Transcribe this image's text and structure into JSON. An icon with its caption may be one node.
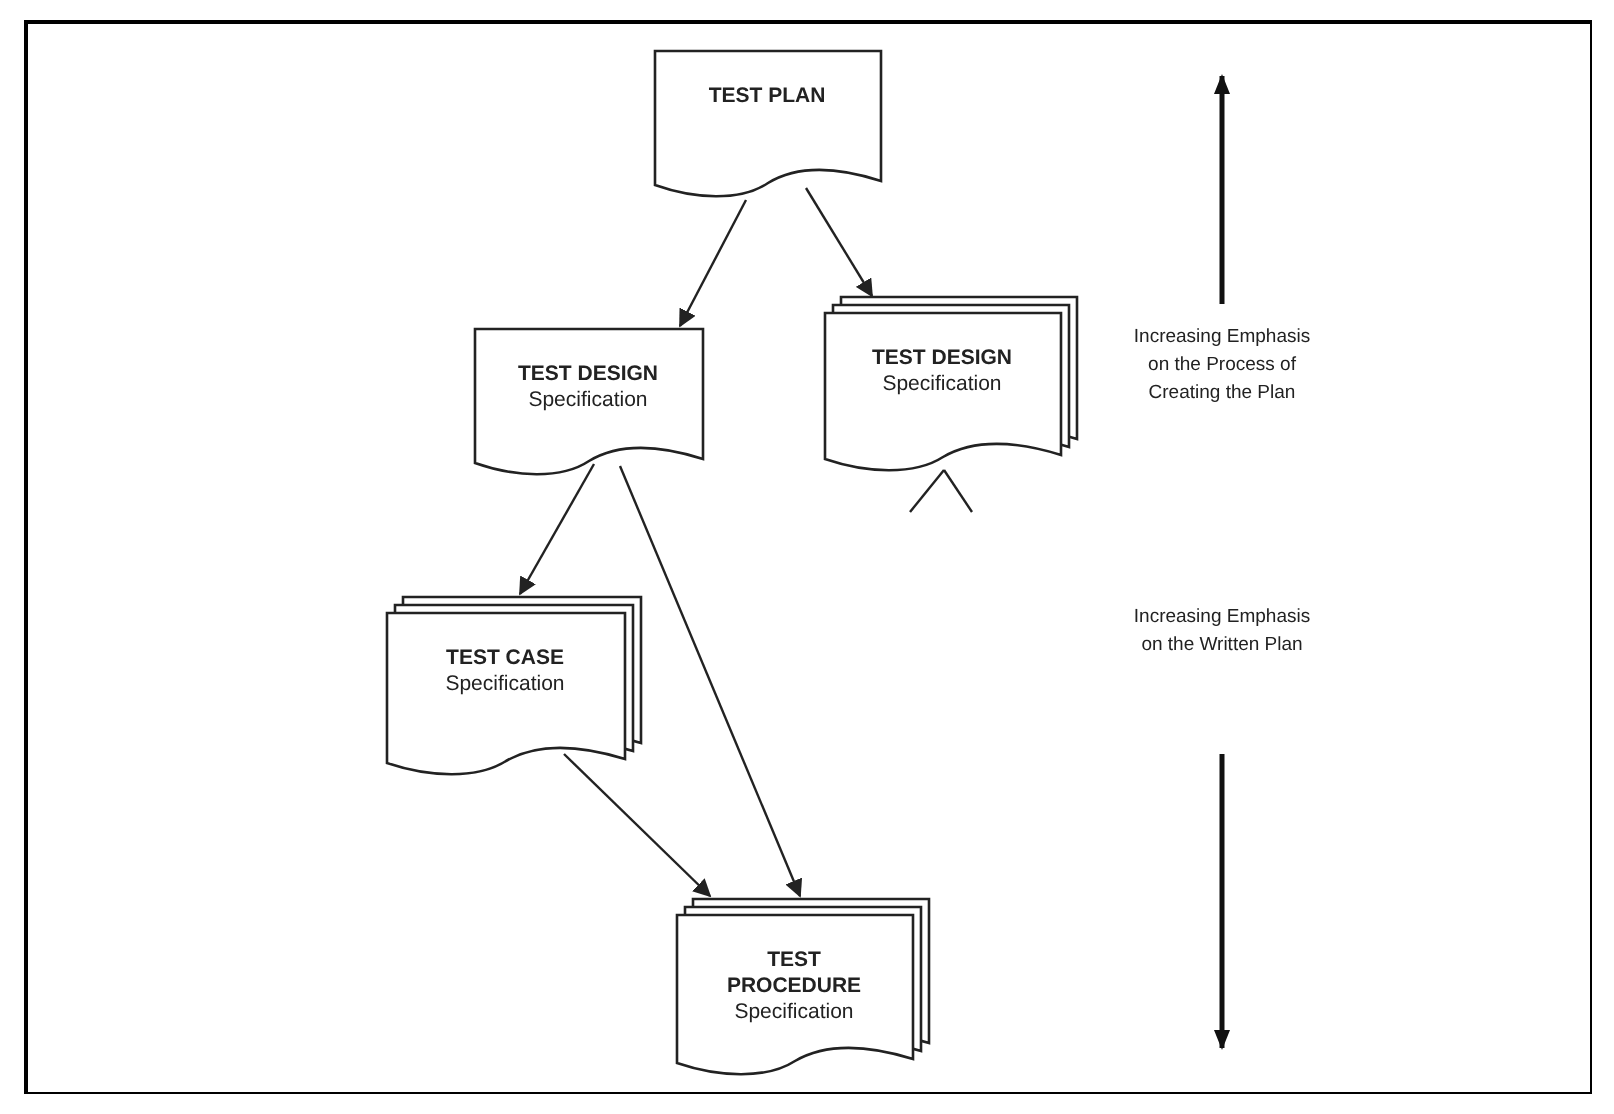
{
  "diagram": {
    "nodes": [
      {
        "text": [
          "TEST PLAN"
        ]
      },
      {
        "text": [
          "TEST DESIGN",
          "Specification"
        ]
      },
      {
        "text": [
          "TEST DESIGN",
          "Specification"
        ]
      },
      {
        "text": [
          "TEST CASE",
          "Specification"
        ]
      },
      {
        "text": [
          "TEST PROCEDURE",
          "Specification"
        ]
      }
    ],
    "edges": [
      {
        "from": 0,
        "to": 1,
        "arrow": "to"
      },
      {
        "from": 0,
        "to": 2,
        "arrow": "to"
      },
      {
        "from": 1,
        "to": 3,
        "arrow": "to"
      },
      {
        "from": 1,
        "to": 4,
        "arrow": "to"
      },
      {
        "from": 3,
        "to": 4,
        "arrow": "to"
      },
      {
        "from": 2,
        "to": null,
        "arrow": "none"
      },
      {
        "from": 2,
        "to": null,
        "arrow": "none"
      }
    ],
    "labels": [
      "Increasing Emphasis on the Process of Creating the Plan",
      "Increasing Emphasis on the Written Plan"
    ]
  }
}
